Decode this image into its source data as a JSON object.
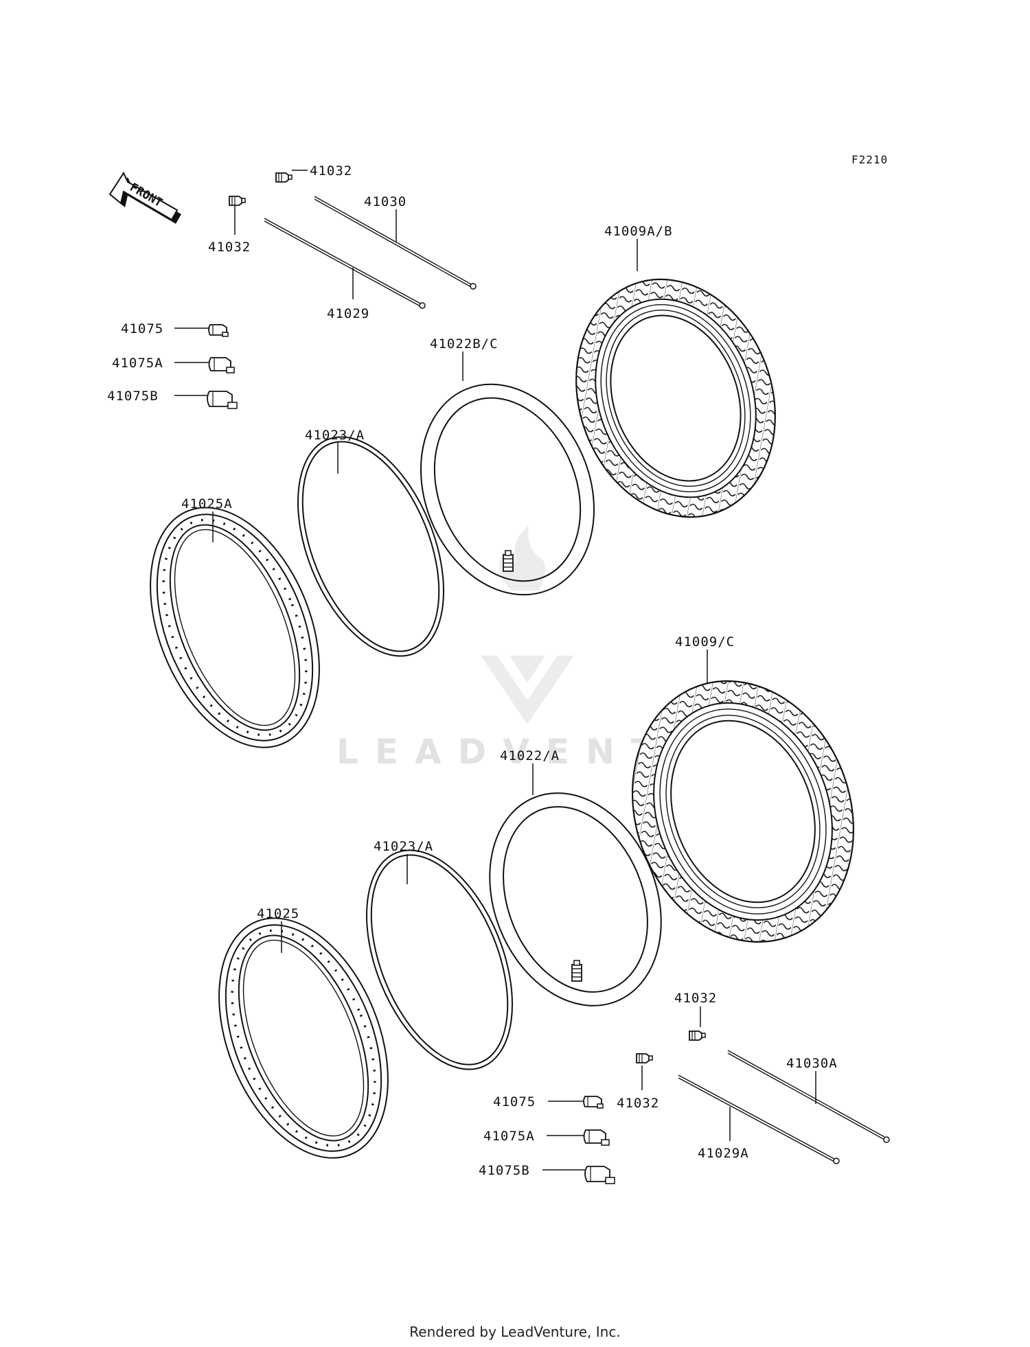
{
  "diagram": {
    "code": "F2210",
    "front_label": "FRONT",
    "watermark": "LEADVENTURE",
    "footer": "Rendered by LeadVenture, Inc.",
    "parts": {
      "p41032_top_right": "41032",
      "p41032_top_left": "41032",
      "p41030": "41030",
      "p41029": "41029",
      "p41009AB": "41009A/B",
      "p41075_top": "41075",
      "p41075A_top": "41075A",
      "p41075B_top": "41075B",
      "p41022BC": "41022B/C",
      "p41023A_top": "41023/A",
      "p41025A": "41025A",
      "p41009C": "41009/C",
      "p41022A": "41022/A",
      "p41023A_bottom": "41023/A",
      "p41025": "41025",
      "p41032_bottom_right": "41032",
      "p41032_bottom_left": "41032",
      "p41030A": "41030A",
      "p41075_bottom": "41075",
      "p41075A_bottom": "41075A",
      "p41075B_bottom": "41075B",
      "p41029A": "41029A"
    }
  }
}
